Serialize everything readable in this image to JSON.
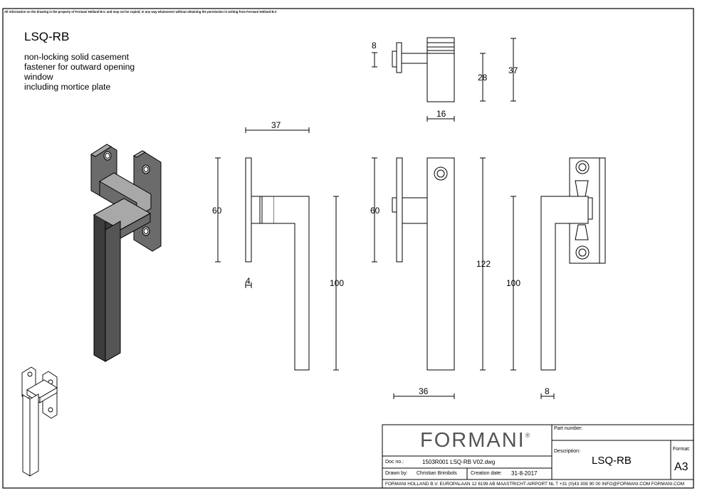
{
  "notice": "All information on the drawing is the property of Formani Holland B.V. and may not be copied, in any way whatsoever without obtaining the permission in writing from Formani Holland B.V",
  "title": "LSQ-RB",
  "description": [
    "non-locking solid casement",
    "fastener for outward opening",
    "window",
    "including mortice plate"
  ],
  "dimensions": {
    "top_view_8": "8",
    "top_view_28": "28",
    "top_view_37": "37",
    "top_view_16": "16",
    "side_width_37": "37",
    "side_height_60": "60",
    "side_thickness_4": "4",
    "side_length_100": "100",
    "front_height_60": "60",
    "front_length_122": "122",
    "front_width_36": "36",
    "back_length_100": "100",
    "back_width_8": "8"
  },
  "title_block": {
    "logo": "FORMANI",
    "logo_mark": "®",
    "part_number_label": "Part number:",
    "description_label": "Description:",
    "description_value": "LSQ-RB",
    "format_label": "Format:",
    "format_value": "A3",
    "doc_no_label": "Doc no.:",
    "doc_no_value": "1503R001 LSQ-RB V02.dwg",
    "drawn_by_label": "Drawn by:",
    "drawn_by_value": "Christian Brimbols",
    "creation_date_label": "Creation date:",
    "creation_date_value": "31-8-2017",
    "footer": "FORMANI HOLLAND B.V.  EUROPALAAN 12  6199 AB MAASTRICHT-AIRPORT NL  T +31 (0)43 308 90 00 INFO@FORMANI.COM FORMANI.COM"
  },
  "colors": {
    "line": "#000000",
    "metal_dark": "#3c3c3c",
    "metal_mid": "#6b6b6b",
    "metal_light": "#a8a8a8"
  }
}
